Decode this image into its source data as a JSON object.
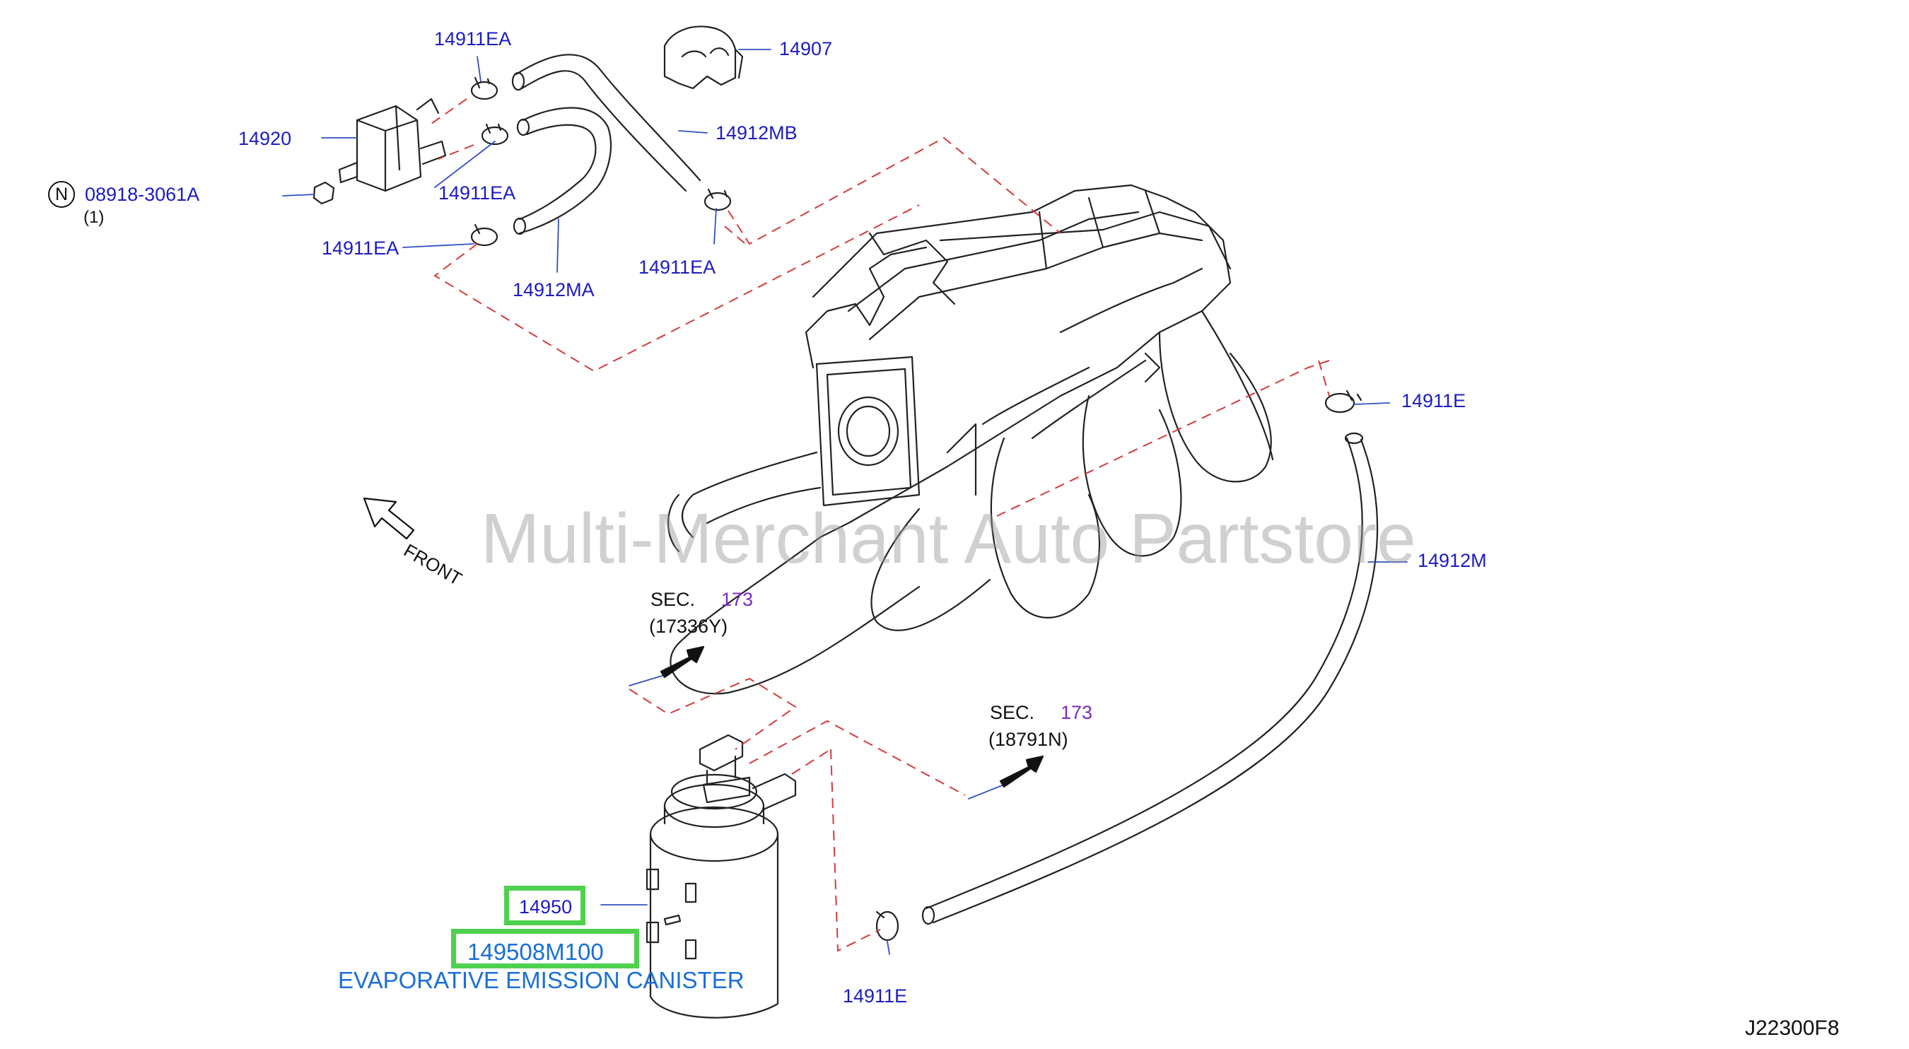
{
  "diagram": {
    "watermark": "Multi-Merchant Auto Partstore",
    "diagram_code": "J22300F8",
    "front_label": "FRONT",
    "n_symbol": "N",
    "parts": {
      "p14911ea_top": "14911EA",
      "p14907": "14907",
      "p14920": "14920",
      "p14912mb": "14912MB",
      "p08918": "08918-3061A",
      "p08918_qty": "(1)",
      "p14911ea_mid": "14911EA",
      "p14911ea_left": "14911EA",
      "p14912ma": "14912MA",
      "p14911ea_right": "14911EA",
      "p14911e_top": "14911E",
      "p14912m": "14912M",
      "p14911e_bottom": "14911E",
      "p14950": "14950",
      "p149508m100": "149508M100",
      "canister_desc": "EVAPORATIVE EMISSION CANISTER"
    },
    "sections": [
      {
        "prefix": "SEC.",
        "number": "173",
        "ref": "(17336Y)"
      },
      {
        "prefix": "SEC.",
        "number": "173",
        "ref": "(18791N)"
      }
    ],
    "colors": {
      "label_blue": "#1c1cc4",
      "section_purple": "#7a2bc4",
      "highlight_green": "#4fd14f",
      "dash_red": "#d63b3b"
    }
  }
}
